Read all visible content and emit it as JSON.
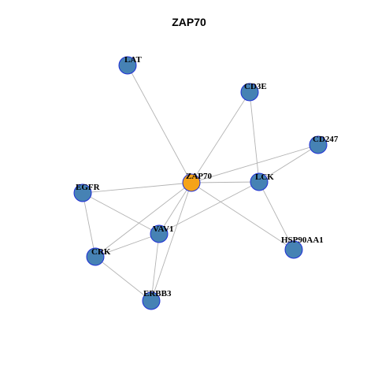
{
  "title": "ZAP70",
  "colors": {
    "hub_fill": "#f5a31a",
    "node_fill": "#4682b4",
    "node_stroke": "#1f2fd6",
    "edge": "#b3b3b3"
  },
  "nodes": [
    {
      "id": "ZAP70",
      "label": "ZAP70",
      "hub": true
    },
    {
      "id": "LAT",
      "label": "LAT"
    },
    {
      "id": "CD3E",
      "label": "CD3E"
    },
    {
      "id": "CD247",
      "label": "CD247"
    },
    {
      "id": "LCK",
      "label": "LCK"
    },
    {
      "id": "EGFR",
      "label": "EGFR"
    },
    {
      "id": "VAV1",
      "label": "VAV1"
    },
    {
      "id": "CRK",
      "label": "CRK"
    },
    {
      "id": "HSP90AA1",
      "label": "HSP90AA1"
    },
    {
      "id": "ERBB3",
      "label": "ERBB3"
    }
  ],
  "edges": [
    [
      "ZAP70",
      "LAT"
    ],
    [
      "ZAP70",
      "CD3E"
    ],
    [
      "ZAP70",
      "CD247"
    ],
    [
      "ZAP70",
      "LCK"
    ],
    [
      "ZAP70",
      "EGFR"
    ],
    [
      "ZAP70",
      "VAV1"
    ],
    [
      "ZAP70",
      "CRK"
    ],
    [
      "ZAP70",
      "HSP90AA1"
    ],
    [
      "ZAP70",
      "ERBB3"
    ],
    [
      "CD3E",
      "LCK"
    ],
    [
      "CD247",
      "LCK"
    ],
    [
      "LCK",
      "VAV1"
    ],
    [
      "LCK",
      "HSP90AA1"
    ],
    [
      "EGFR",
      "VAV1"
    ],
    [
      "EGFR",
      "CRK"
    ],
    [
      "VAV1",
      "CRK"
    ],
    [
      "VAV1",
      "ERBB3"
    ],
    [
      "CRK",
      "ERBB3"
    ]
  ]
}
